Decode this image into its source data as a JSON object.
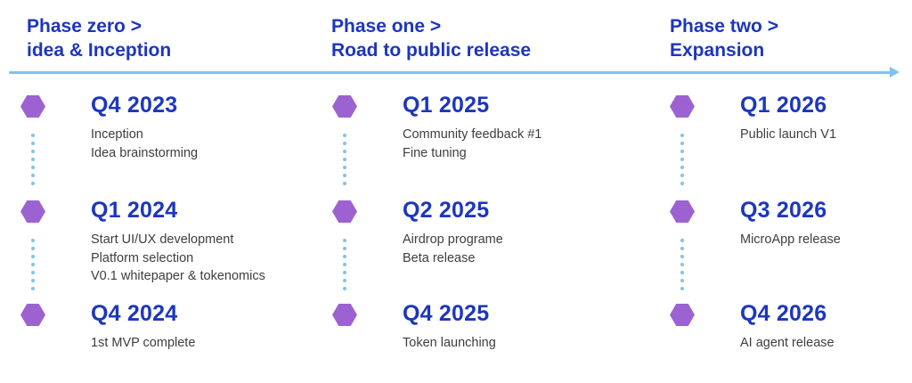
{
  "colors": {
    "accent_blue": "#1c36be",
    "light_blue": "#7fc3ed",
    "marker_purple": "#9d62d1",
    "body_text": "#3e3e3e",
    "background": "#ffffff"
  },
  "icons": {
    "hexagon-marker-icon": "css-hexagon",
    "timeline-arrowhead-icon": "css-right-triangle",
    "dotted-connector": "css-dot-column"
  },
  "phases": [
    {
      "title_line1": "Phase zero >",
      "title_line2": "idea & Inception",
      "milestones": [
        {
          "quarter": "Q4 2023",
          "lines": [
            "Inception",
            "Idea brainstorming"
          ]
        },
        {
          "quarter": "Q1 2024",
          "lines": [
            "Start UI/UX development",
            "Platform selection",
            "V0.1 whitepaper & tokenomics"
          ]
        },
        {
          "quarter": "Q4 2024",
          "lines": [
            "1st MVP complete"
          ]
        }
      ]
    },
    {
      "title_line1": "Phase one >",
      "title_line2": "Road to public release",
      "milestones": [
        {
          "quarter": "Q1 2025",
          "lines": [
            "Community feedback #1",
            "Fine tuning"
          ]
        },
        {
          "quarter": "Q2 2025",
          "lines": [
            "Airdrop programe",
            "Beta release"
          ]
        },
        {
          "quarter": "Q4 2025",
          "lines": [
            "Token launching"
          ]
        }
      ]
    },
    {
      "title_line1": "Phase two >",
      "title_line2": "Expansion",
      "milestones": [
        {
          "quarter": "Q1 2026",
          "lines": [
            "Public launch V1"
          ]
        },
        {
          "quarter": "Q3 2026",
          "lines": [
            "MicroApp release"
          ]
        },
        {
          "quarter": "Q4 2026",
          "lines": [
            "AI agent release"
          ]
        }
      ]
    }
  ]
}
